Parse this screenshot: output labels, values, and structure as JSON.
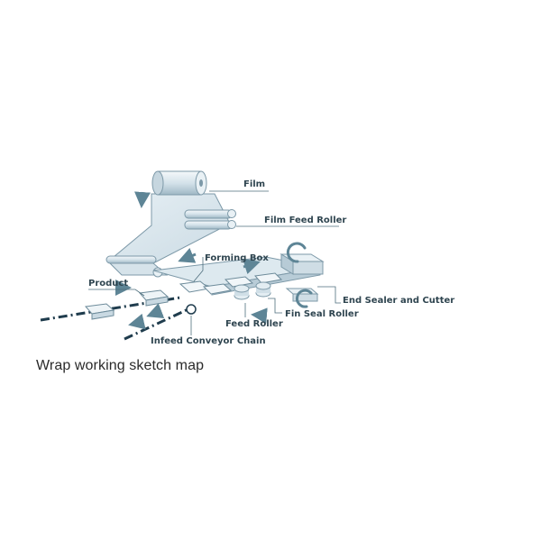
{
  "diagram": {
    "labels": {
      "film": "Film",
      "film_feed_roller": "Film Feed Roller",
      "forming_box": "Forming Box",
      "product": "Product",
      "end_sealer_and_cutter": "End Sealer and Cutter",
      "fin_seal_roller": "Fin Seal Roller",
      "feed_roller": "Feed Roller",
      "infeed_conveyor_chain": "Infeed Conveyor Chain"
    },
    "colors": {
      "machine_fill": "#dce8ef",
      "machine_stroke": "#7d99a8",
      "leader_line": "#4f6f7d",
      "arrow": "#5e8596",
      "label_text": "#2f4550",
      "chain": "#1f3c4d"
    }
  },
  "caption": "Wrap working sketch map"
}
